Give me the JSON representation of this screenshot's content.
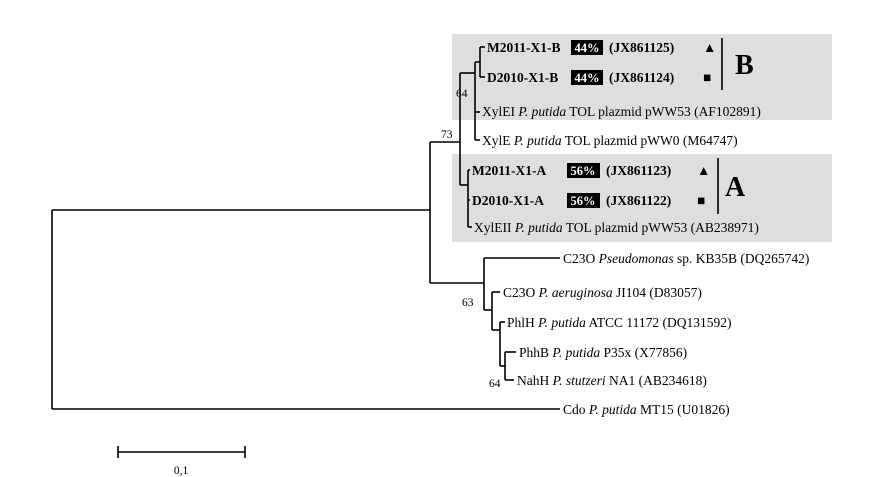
{
  "tree": {
    "leaves": {
      "m2011_b": {
        "name": "M2011-X1-B",
        "percent": "44%",
        "accession": "(JX861125)",
        "marker": "▲"
      },
      "d2010_b": {
        "name": "D2010-X1-B",
        "percent": "44%",
        "accession": "(JX861124)",
        "marker": "■"
      },
      "xylei": {
        "gene": "XylEI",
        "species": "P. putida",
        "rest": "TOL plazmid pWW53 (AF102891)"
      },
      "xyle": {
        "gene": "XylE",
        "species": "P. putida",
        "rest": "TOL plazmid pWW0 (M64747)"
      },
      "m2011_a": {
        "name": "M2011-X1-A",
        "percent": "56%",
        "accession": "(JX861123)",
        "marker": "▲"
      },
      "d2010_a": {
        "name": "D2010-X1-A",
        "percent": "56%",
        "accession": "(JX861122)",
        "marker": "■"
      },
      "xyleii": {
        "gene": "XylEII",
        "species": "P. putida",
        "rest": "TOL plazmid pWW53 (AB238971)"
      },
      "c23o_kb": {
        "gene": "C23O",
        "species": "Pseudomonas",
        "rest": "sp. KB35B (DQ265742)"
      },
      "c23o_aer": {
        "gene": "C23O",
        "species": "P. aeruginosa",
        "rest": "JI104 (D83057)"
      },
      "phlh": {
        "gene": "PhlH",
        "species": "P. putida",
        "rest": "ATCC 11172 (DQ131592)"
      },
      "phhb": {
        "gene": "PhhB",
        "species": "P. putida",
        "rest": "P35x (X77856)"
      },
      "nahh": {
        "gene": "NahH",
        "species": "P. stutzeri",
        "rest": "NA1 (AB234618)"
      },
      "cdo": {
        "gene": "Cdo",
        "species": "P. putida",
        "rest": "MT15 (U01826)"
      }
    },
    "bootstrap": {
      "b64": "64",
      "b73": "73",
      "b63": "63",
      "b64b": "64"
    },
    "groups": {
      "a": "A",
      "b": "B"
    },
    "scale_bar": {
      "label": "0,1"
    }
  }
}
